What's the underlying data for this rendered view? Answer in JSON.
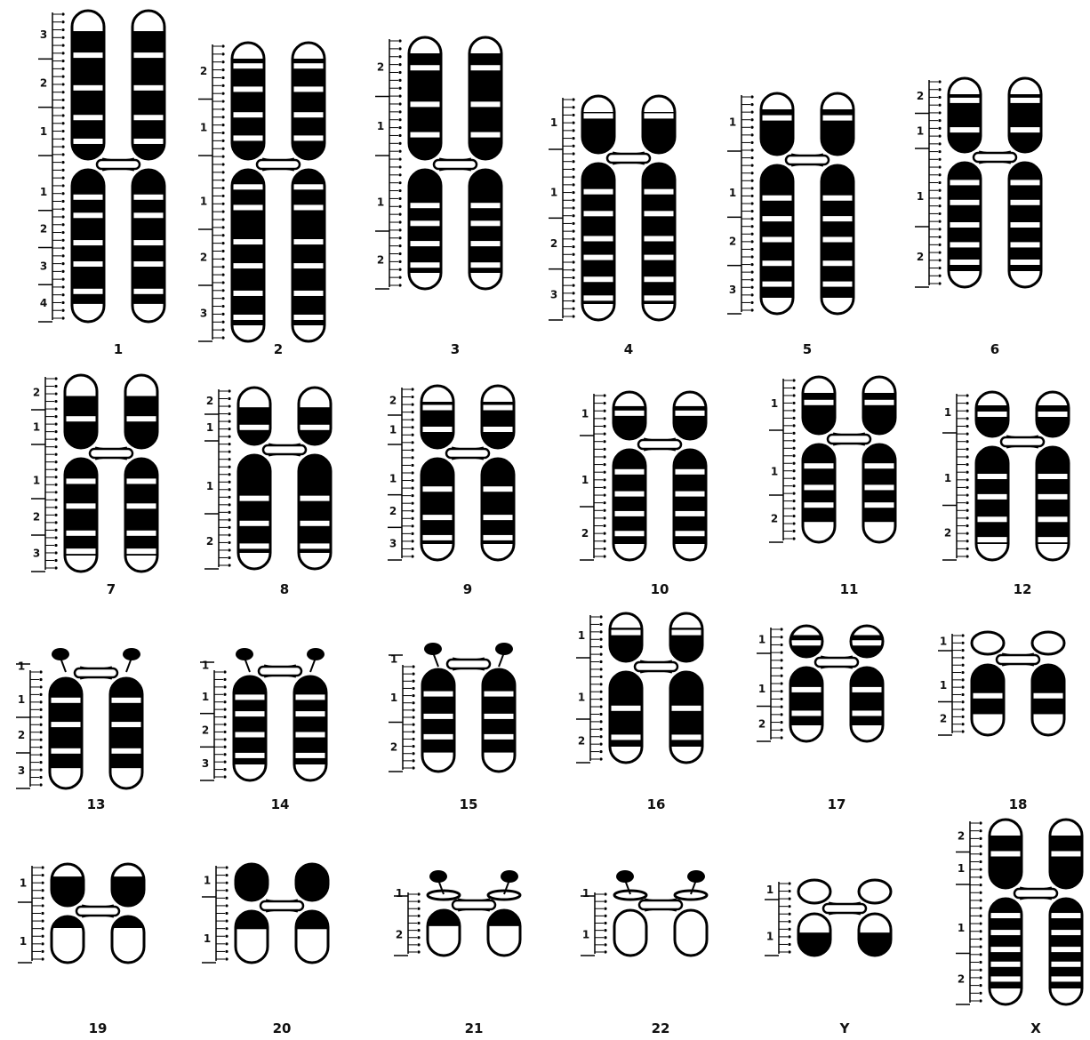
{
  "figure": {
    "ink_color": "#000000",
    "paper_color": "#ffffff"
  },
  "chromosomes": [
    {
      "label": "1",
      "p_regions": [
        "3",
        "2",
        "1"
      ],
      "q_regions": [
        "1",
        "2",
        "3",
        "4"
      ],
      "p_bands": [
        0.12,
        0.3,
        0.52,
        0.72,
        0.88
      ],
      "q_bands": [
        0.18,
        0.3,
        0.48,
        0.62,
        0.8,
        0.9
      ],
      "q_dark": true
    },
    {
      "label": "2",
      "p_regions": [
        "2",
        "1"
      ],
      "q_regions": [
        "1",
        "2",
        "3"
      ],
      "p_bands": [
        0.2,
        0.4,
        0.62,
        0.82
      ],
      "q_bands": [
        0.1,
        0.22,
        0.42,
        0.56,
        0.72,
        0.86,
        0.94
      ],
      "q_dark": true
    },
    {
      "label": "3",
      "p_regions": [
        "2",
        "1"
      ],
      "q_regions": [
        "1",
        "2"
      ],
      "p_bands": [
        0.25,
        0.55,
        0.8
      ],
      "q_bands": [
        0.3,
        0.45,
        0.62,
        0.8
      ],
      "q_dark": true
    },
    {
      "label": "4",
      "p_regions": [
        "1"
      ],
      "q_regions": [
        "1",
        "2",
        "3"
      ],
      "p_bands": [
        0.35
      ],
      "q_bands": [
        0.18,
        0.32,
        0.48,
        0.6,
        0.74,
        0.86
      ],
      "q_dark": true
    },
    {
      "label": "5",
      "p_regions": [
        "1"
      ],
      "q_regions": [
        "1",
        "2",
        "3"
      ],
      "p_bands": [
        0.4
      ],
      "q_bands": [
        0.22,
        0.36,
        0.5,
        0.66,
        0.8,
        0.92
      ],
      "q_dark": true
    },
    {
      "label": "6",
      "p_regions": [
        "2",
        "1"
      ],
      "q_regions": [
        "1",
        "2"
      ],
      "p_bands": [
        0.3,
        0.7
      ],
      "q_bands": [
        0.16,
        0.32,
        0.5,
        0.66,
        0.8,
        0.92
      ],
      "q_dark": true
    },
    {
      "label": "7",
      "p_regions": [
        "2",
        "1"
      ],
      "q_regions": [
        "1",
        "2",
        "3"
      ],
      "p_bands": [
        0.25,
        0.6
      ],
      "q_bands": [
        0.2,
        0.42,
        0.66,
        0.82
      ],
      "q_dark": true
    },
    {
      "label": "8",
      "p_regions": [
        "2",
        "1"
      ],
      "q_regions": [
        "1",
        "2"
      ],
      "p_bands": [
        0.3,
        0.7
      ],
      "q_bands": [
        0.38,
        0.6,
        0.8
      ],
      "q_dark": true
    },
    {
      "label": "9",
      "p_regions": [
        "2",
        "1"
      ],
      "q_regions": [
        "1",
        "2",
        "3"
      ],
      "p_bands": [
        0.35,
        0.7
      ],
      "q_bands": [
        0.3,
        0.58,
        0.78,
        0.9
      ],
      "q_dark": true
    },
    {
      "label": "10",
      "p_regions": [
        "1"
      ],
      "q_regions": [
        "1",
        "2"
      ],
      "p_bands": [
        0.45
      ],
      "q_bands": [
        0.2,
        0.4,
        0.58,
        0.76
      ],
      "q_dark": true
    },
    {
      "label": "11",
      "p_regions": [
        "1"
      ],
      "q_regions": [
        "1",
        "2"
      ],
      "p_bands": [
        0.45
      ],
      "q_bands": [
        0.22,
        0.44,
        0.62,
        0.82
      ],
      "q_dark": true
    },
    {
      "label": "12",
      "p_regions": [
        "1"
      ],
      "q_regions": [
        "1",
        "2"
      ],
      "p_bands": [
        0.5
      ],
      "q_bands": [
        0.26,
        0.44,
        0.64,
        0.82
      ],
      "q_dark": true
    },
    {
      "label": "13",
      "p_regions": [
        "1"
      ],
      "q_regions": [
        "1",
        "2",
        "3"
      ],
      "p_bands": [],
      "q_bands": [
        0.2,
        0.42,
        0.66,
        0.84
      ],
      "q_dark": true,
      "satellite": true,
      "p_pale": true
    },
    {
      "label": "14",
      "p_regions": [
        "1"
      ],
      "q_regions": [
        "1",
        "2",
        "3"
      ],
      "p_bands": [],
      "q_bands": [
        0.2,
        0.36,
        0.56,
        0.76
      ],
      "q_dark": true,
      "satellite": true,
      "p_pale": true
    },
    {
      "label": "15",
      "p_regions": [
        "1"
      ],
      "q_regions": [
        "1",
        "2"
      ],
      "p_bands": [],
      "q_bands": [
        0.24,
        0.46,
        0.66,
        0.84
      ],
      "q_dark": true,
      "satellite": true,
      "p_pale": true
    },
    {
      "label": "16",
      "p_regions": [
        "1"
      ],
      "q_regions": [
        "1",
        "2"
      ],
      "p_bands": [
        0.4
      ],
      "q_bands": [
        0.4,
        0.72
      ],
      "q_dark": true
    },
    {
      "label": "17",
      "p_regions": [
        "1"
      ],
      "q_regions": [
        "1",
        "2"
      ],
      "p_bands": [
        0.55
      ],
      "q_bands": [
        0.3,
        0.62
      ],
      "q_dark": true
    },
    {
      "label": "18",
      "p_regions": [
        "1"
      ],
      "q_regions": [
        "1",
        "2"
      ],
      "p_bands": [],
      "q_bands": [
        0.44,
        0.74
      ],
      "q_dark": true,
      "p_pale": true
    },
    {
      "label": "19",
      "p_regions": [
        "1"
      ],
      "q_regions": [
        "1"
      ],
      "p_bands": [],
      "q_bands": [],
      "q_dark": false,
      "centromere_dark": true
    },
    {
      "label": "20",
      "p_regions": [
        "1"
      ],
      "q_regions": [
        "1"
      ],
      "p_bands": [],
      "q_bands": [],
      "q_dark": false,
      "p_top_dark": true,
      "q_top_dark": true
    },
    {
      "label": "21",
      "p_regions": [
        "1"
      ],
      "q_regions": [
        "2"
      ],
      "p_bands": [],
      "q_bands": [],
      "q_dark": false,
      "satellite": true,
      "p_pale": true,
      "q_top_dark": true
    },
    {
      "label": "22",
      "p_regions": [
        "1"
      ],
      "q_regions": [
        "1"
      ],
      "p_bands": [],
      "q_bands": [],
      "q_dark": false,
      "satellite": true,
      "p_pale": true
    },
    {
      "label": "Y",
      "p_regions": [
        "1"
      ],
      "q_regions": [
        "1"
      ],
      "p_bands": [],
      "q_bands": [],
      "q_dark": false,
      "p_pale": true,
      "q_bottom_dark": true
    },
    {
      "label": "X",
      "p_regions": [
        "2",
        "1"
      ],
      "q_regions": [
        "1",
        "2"
      ],
      "p_bands": [
        0.5
      ],
      "q_bands": [
        0.16,
        0.32,
        0.48,
        0.62,
        0.76,
        0.88
      ],
      "q_dark": true
    }
  ]
}
